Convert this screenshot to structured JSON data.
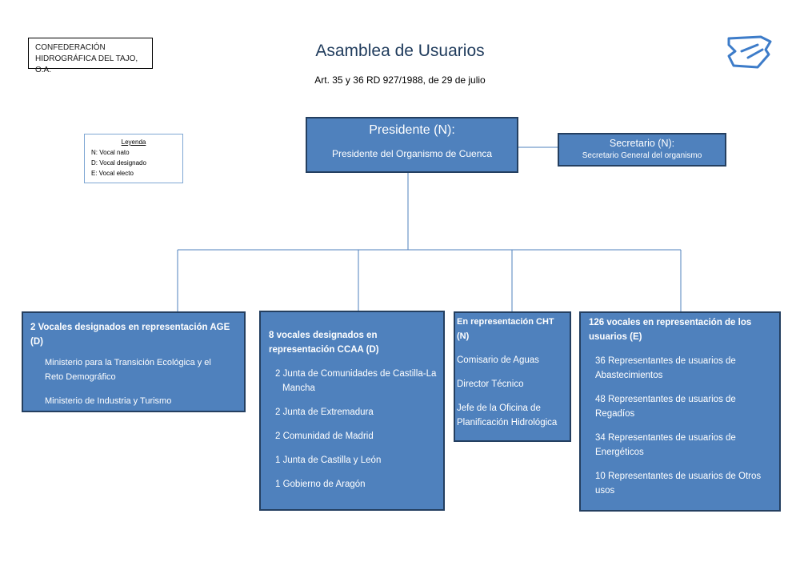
{
  "org_name_line1": "CONFEDERACIÓN",
  "org_name_line2": "HIDROGRÁFICA DEL TAJO, O.A.",
  "title": "Asamblea de Usuarios",
  "subtitle": "Art. 35 y 36 RD 927/1988, de 29 de julio",
  "legend": {
    "title": "Leyenda",
    "items": [
      "N: Vocal nato",
      "D: Vocal designado",
      "E: Vocal electo"
    ]
  },
  "president": {
    "title": "Presidente (N):",
    "subtitle": "Presidente del Organismo de Cuenca"
  },
  "secretary": {
    "title": "Secretario (N):",
    "subtitle": "Secretario General del organismo"
  },
  "age": {
    "heading": "2 Vocales designados en representación AGE  (D)",
    "items": [
      "Ministerio para la Transición Ecológica y el Reto Demográfico",
      "Ministerio de Industria y Turismo"
    ]
  },
  "ccaa": {
    "heading": "8 vocales designados en representación CCAA (D)",
    "items": [
      "2 Junta de Comunidades de Castilla-La Mancha",
      "2 Junta de Extremadura",
      "2 Comunidad de Madrid",
      "1 Junta de Castilla y León",
      "1 Gobierno de Aragón"
    ]
  },
  "cht": {
    "heading": "En representación CHT (N)",
    "items": [
      "Comisario de Aguas",
      "Director Técnico",
      "Jefe de la Oficina de Planificación Hidrológica"
    ]
  },
  "users": {
    "heading": "126 vocales en representación de los usuarios (E)",
    "items": [
      "36 Representantes de usuarios de Abastecimientos",
      "48 Representantes de usuarios de Regadíos",
      "34 Representantes de usuarios de Energéticos",
      "10 Representantes de usuarios de Otros usos"
    ]
  }
}
